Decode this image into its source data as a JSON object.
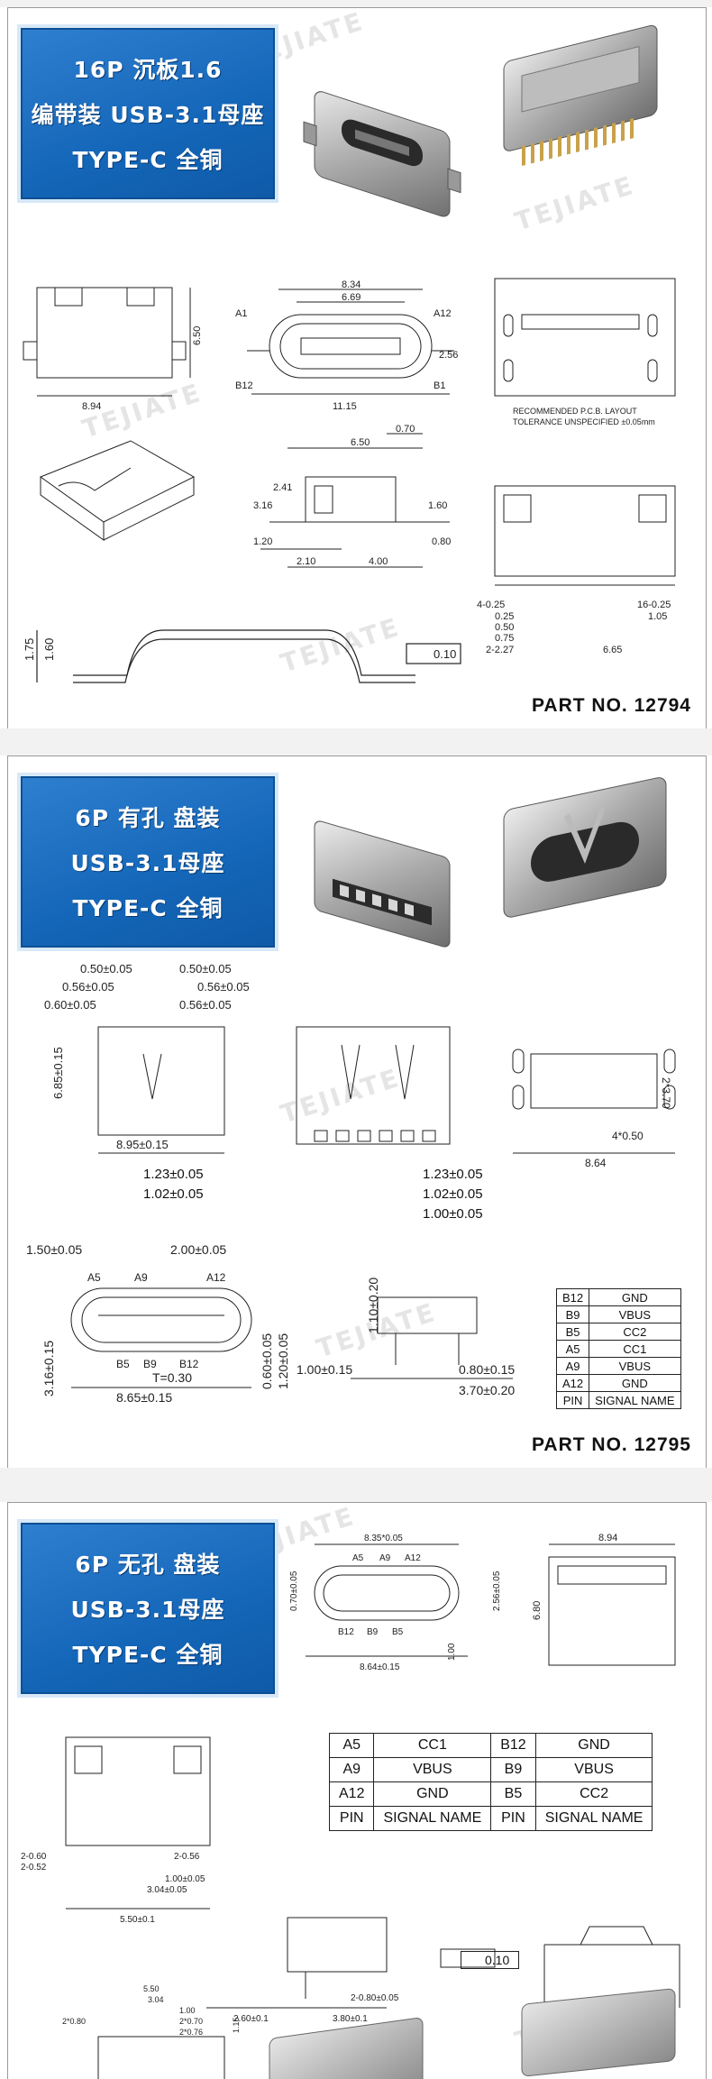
{
  "watermark": "TEJIATE",
  "products": [
    {
      "badge_lines": [
        "16P 沉板1.6",
        "编带装 USB-3.1母座",
        "TYPE-C 全铜"
      ],
      "part_no": "PART NO. 12794",
      "dims_front": {
        "width_top": "8.34",
        "width_inner": "6.69",
        "width_total": "11.15",
        "pin_a1": "A1",
        "pin_a12": "A12",
        "pin_b12": "B12",
        "pin_b1": "B1",
        "height": "2.56"
      },
      "dims_side": {
        "width": "8.94",
        "height": "6.50"
      },
      "dims_mount": {
        "d070": "0.70",
        "d650": "6.50",
        "d316": "3.16",
        "d241": "2.41",
        "d160": "1.60",
        "d120": "1.20",
        "d080": "0.80",
        "d210": "2.10",
        "d400": "4.00"
      },
      "dims_profile": {
        "d175": "1.75",
        "d160": "1.60",
        "flatness": "0.10"
      },
      "dims_bottom": {
        "d4_025": "4-0.25",
        "d16_025": "16-0.25",
        "d025": "0.25",
        "d050": "0.50",
        "d075": "0.75",
        "d105": "1.05",
        "d2_227": "2-2.27",
        "d665": "6.65"
      },
      "layout_note1": "RECOMMENDED P.C.B. LAYOUT",
      "layout_note2": "TOLERANCE UNSPECIFIED ±0.05mm"
    },
    {
      "badge_lines": [
        "6P 有孔 盘装",
        "USB-3.1母座",
        "TYPE-C 全铜"
      ],
      "part_no": "PART NO. 12795",
      "dims_top": [
        "0.50±0.05",
        "0.50±0.05",
        "0.56±0.05",
        "0.56±0.05",
        "0.60±0.05",
        "0.56±0.05"
      ],
      "dims_top_h": "6.85±0.15",
      "dims_top_w": "8.95±0.15",
      "dims_mid": [
        "1.23±0.05",
        "1.02±0.05",
        "1.23±0.05",
        "1.02±0.05",
        "1.00±0.05"
      ],
      "dims_front": {
        "w150": "1.50±0.05",
        "w200": "2.00±0.05",
        "a5": "A5",
        "a9": "A9",
        "a12": "A12",
        "b5": "B5",
        "b9": "B9",
        "b12": "B12",
        "t": "T=0.30",
        "w865": "8.65±0.15",
        "h316": "3.16±0.15",
        "h060": "0.60±0.05",
        "h120": "1.20±0.05"
      },
      "dims_side": {
        "h110": "1.10±0.20",
        "w100": "1.00±0.15",
        "w080": "0.80±0.15",
        "w370": "3.70±0.20"
      },
      "dims_layout": {
        "w864": "8.64",
        "w4_050": "4*0.50",
        "h370": "2*3.70"
      },
      "pin_table": [
        {
          "pin": "B12",
          "signal": "GND"
        },
        {
          "pin": "B9",
          "signal": "VBUS"
        },
        {
          "pin": "B5",
          "signal": "CC2"
        },
        {
          "pin": "A5",
          "signal": "CC1"
        },
        {
          "pin": "A9",
          "signal": "VBUS"
        },
        {
          "pin": "A12",
          "signal": "GND"
        },
        {
          "pin": "PIN",
          "signal": "SIGNAL NAME"
        }
      ]
    },
    {
      "badge_lines": [
        "6P 无孔 盘装",
        "USB-3.1母座",
        "TYPE-C 全铜"
      ],
      "dims_front": {
        "w835": "8.35*0.05",
        "w864": "8.64±0.15",
        "a5": "A5",
        "a9": "A9",
        "a12": "A12",
        "b12": "B12",
        "b9": "B9",
        "b5": "B5",
        "h070": "0.70±0.05",
        "h256": "2.56±0.05",
        "h100": "1.00"
      },
      "dims_side": {
        "w894": "8.94",
        "h680": "6.80"
      },
      "dims_bottom": {
        "d2_060": "2-0.60",
        "d2_052": "2-0.52",
        "d2_056": "2-0.56",
        "d100": "1.00±0.05",
        "d304": "3.04±0.05",
        "d550": "5.50±0.1"
      },
      "dims_lower": {
        "d260": "2.60±0.1",
        "d380": "3.80±0.1",
        "d2_080": "2-0.80±0.05",
        "flat": "0.10",
        "d550": "5.50",
        "d304": "3.04",
        "d100": "1.00",
        "d2_070": "2*0.70",
        "d2_076": "2*0.76",
        "d2_080b": "2*0.80",
        "d115": "1.15"
      },
      "pin_table": [
        [
          "A5",
          "CC1",
          "B12",
          "GND"
        ],
        [
          "A9",
          "VBUS",
          "B9",
          "VBUS"
        ],
        [
          "A12",
          "GND",
          "B5",
          "CC2"
        ],
        [
          "PIN",
          "SIGNAL NAME",
          "PIN",
          "SIGNAL NAME"
        ]
      ]
    }
  ]
}
